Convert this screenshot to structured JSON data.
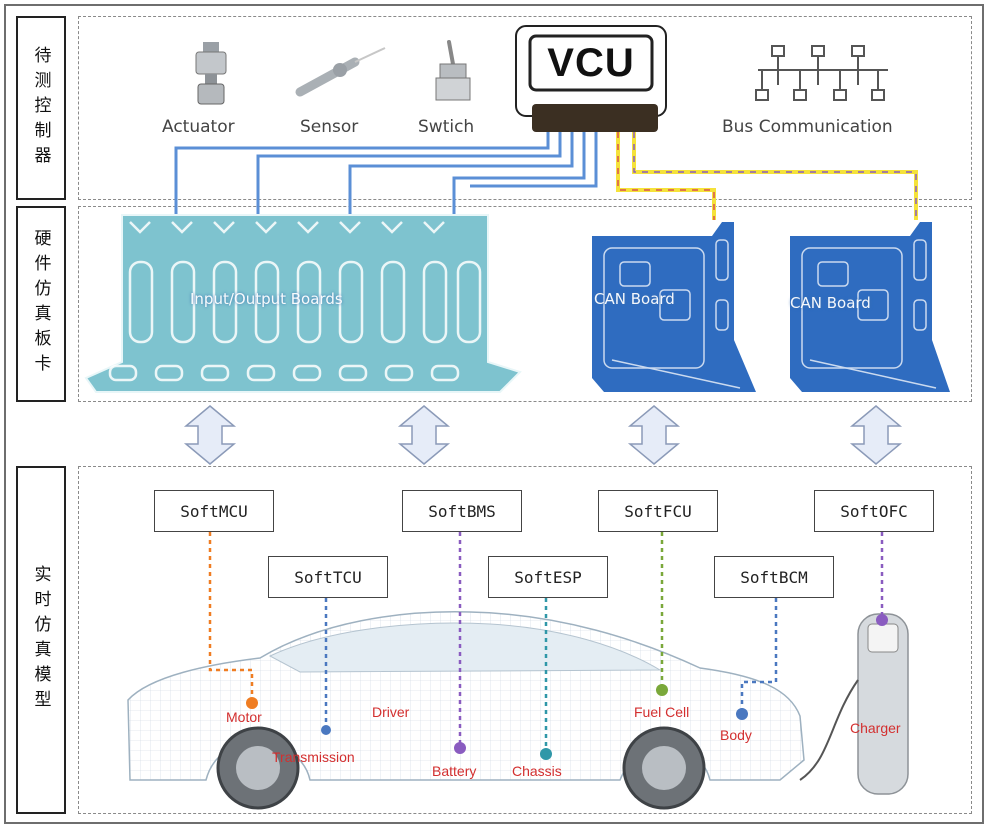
{
  "side_labels": {
    "controller": "待测控制器",
    "hardware": "硬件仿真板卡",
    "realtime": "实时仿真模型"
  },
  "vcu": {
    "label": "VCU"
  },
  "devices": {
    "actuator": "Actuator",
    "sensor": "Sensor",
    "switch": "Swtich",
    "bus": "Bus Communication"
  },
  "boards": {
    "io": "Input/Output Boards",
    "can1": "CAN Board",
    "can2": "CAN Board"
  },
  "soft_models": {
    "mcu": "SoftMCU",
    "tcu": "SoftTCU",
    "bms": "SoftBMS",
    "esp": "SoftESP",
    "fcu": "SoftFCU",
    "bcm": "SoftBCM",
    "ofc": "SoftOFC"
  },
  "vehicle_parts": {
    "motor": "Motor",
    "driver": "Driver",
    "transmission": "Transmission",
    "battery": "Battery",
    "chassis": "Chassis",
    "fuel_cell": "Fuel Cell",
    "body": "Body",
    "charger": "Charger"
  },
  "colors": {
    "wire_blue": "#5b8fd6",
    "can_yellow": "#f5e23a",
    "io_board": "#7ec3cf",
    "can_board": "#2f6cc0",
    "motor_dot": "#ef7d22",
    "blue_dot": "#4a78c0",
    "purple_dot": "#8a5cc0",
    "teal_dot": "#2f97a8",
    "green_dot": "#7aa83a",
    "label_red": "#d32f2f"
  }
}
